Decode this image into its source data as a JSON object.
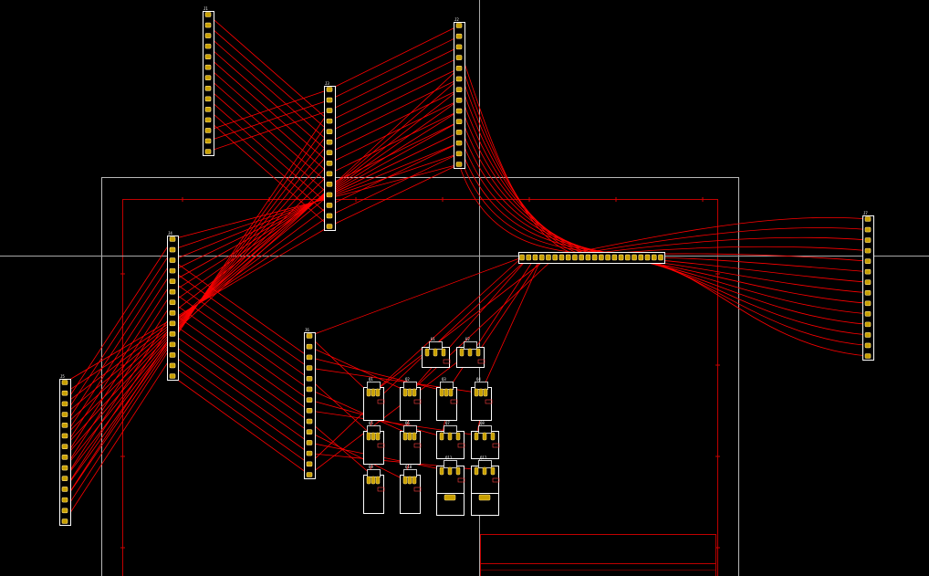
{
  "app": {
    "view": "pcb-layout-ratsnest"
  },
  "colors": {
    "background": "#000000",
    "ratsnest": "#ff0000",
    "pad_fill": "#c8a000",
    "pad_outline": "#ffffff",
    "board_outline": "#c0c0c0",
    "keepout": "#d00000",
    "crosshair": "#b0b0b0"
  },
  "connectors": [
    {
      "id": "J1",
      "label": "J1",
      "pins": 14
    },
    {
      "id": "J2",
      "label": "J2",
      "pins": 14
    },
    {
      "id": "J3",
      "label": "J3",
      "pins": 14
    },
    {
      "id": "J4",
      "label": "J4",
      "pins": 14
    },
    {
      "id": "J5",
      "label": "J5",
      "pins": 14
    },
    {
      "id": "J6",
      "label": "J6",
      "pins": 14
    },
    {
      "id": "J7",
      "label": "J7",
      "pins": 14
    }
  ],
  "header": {
    "id": "H1",
    "pins": 22
  },
  "parts_upper": [
    {
      "id": "U1",
      "label": "U1"
    },
    {
      "id": "U2",
      "label": "U2"
    }
  ],
  "parts_grid": [
    {
      "id": "Q1",
      "label": "Q1"
    },
    {
      "id": "Q2",
      "label": "Q2"
    },
    {
      "id": "Q3",
      "label": "Q3"
    },
    {
      "id": "Q4",
      "label": "Q4"
    },
    {
      "id": "Q5",
      "label": "Q5"
    },
    {
      "id": "Q6",
      "label": "Q6"
    },
    {
      "id": "Q7",
      "label": "Q7"
    },
    {
      "id": "Q8",
      "label": "Q8"
    },
    {
      "id": "Q9",
      "label": "Q9"
    },
    {
      "id": "Q10",
      "label": "Q10"
    },
    {
      "id": "Q11",
      "label": "Q11"
    },
    {
      "id": "Q12",
      "label": "Q12"
    }
  ],
  "title_block": {
    "label": ""
  }
}
